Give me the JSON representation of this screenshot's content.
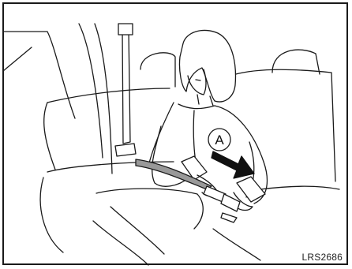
{
  "illustration": {
    "callout": "A",
    "figure_code": "LRS2686",
    "subject": "seated-woman-fastening-seat-belt",
    "arrow_color": "#111111",
    "line_color": "#1a1a1a",
    "belt_color": "#999999"
  }
}
